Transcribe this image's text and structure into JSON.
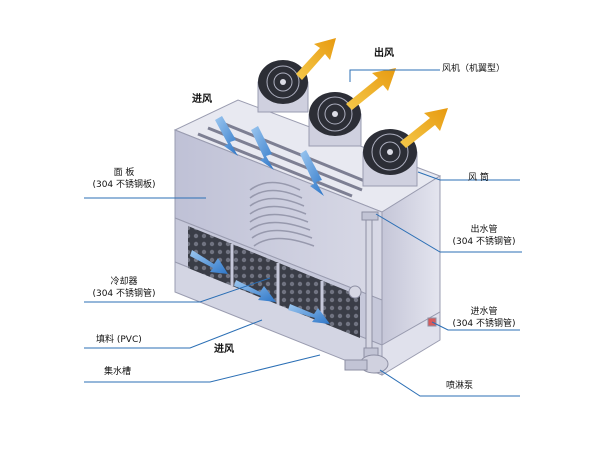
{
  "labels": {
    "air_out": "出风",
    "fan_line1": "风机（机翼型）",
    "air_in_top": "进风",
    "panel_line1": "面  板",
    "panel_line2": "(304 不锈钢板)",
    "fan_cylinder": "风  筒",
    "outlet_line1": "出水管",
    "outlet_line2": "(304 不锈钢管)",
    "cooler_line1": "冷却器",
    "cooler_line2": "(304 不锈钢管)",
    "inlet_line1": "进水管",
    "inlet_line2": "(304 不锈钢管)",
    "fill": "填料 (PVC)",
    "air_in_bottom": "进风",
    "basin": "集水槽",
    "spray_pump": "喷淋泵"
  },
  "colors": {
    "leader_line": "#2b6fb5",
    "arrow_yellow": "#f2b21c",
    "arrow_blue": "#4a8fd6",
    "body": "#cfd1e0"
  }
}
